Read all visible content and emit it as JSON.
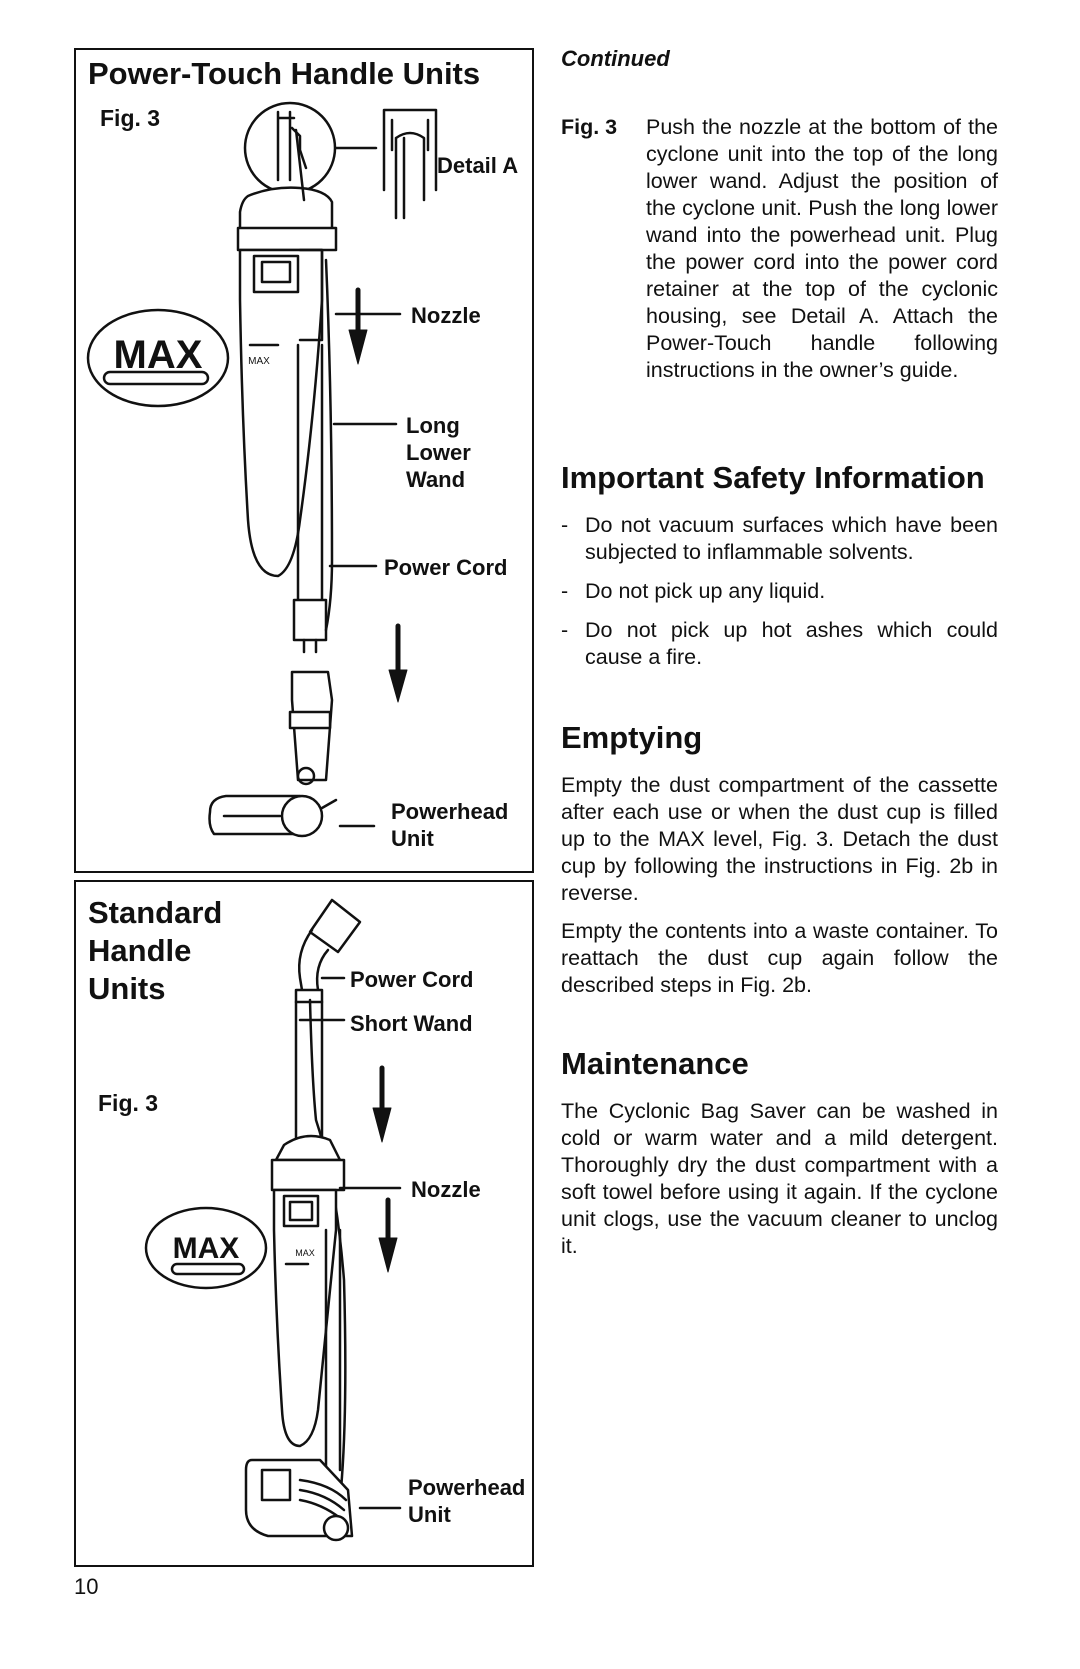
{
  "left": {
    "panel1": {
      "title": "Power-Touch Handle Units",
      "fig": "Fig. 3",
      "max_badge": "MAX",
      "max_mark": "MAX",
      "labels": {
        "detail_a": "Detail A",
        "nozzle": "Nozzle",
        "long_lower_wand": [
          "Long",
          "Lower",
          "Wand"
        ],
        "power_cord": "Power Cord",
        "powerhead_unit": [
          "Powerhead",
          "Unit"
        ]
      }
    },
    "panel2": {
      "title": [
        "Standard",
        "Handle",
        "Units"
      ],
      "fig": "Fig. 3",
      "max_badge": "MAX",
      "max_mark": "MAX",
      "labels": {
        "power_cord": "Power Cord",
        "short_wand": "Short Wand",
        "nozzle": "Nozzle",
        "powerhead_unit": [
          "Powerhead",
          "Unit"
        ]
      }
    },
    "page_number": "10"
  },
  "right": {
    "continued": "Continued",
    "fig3": {
      "tag": "Fig. 3",
      "text": "Push the nozzle at the bottom of the cyclone unit into the top of the long lower wand. Adjust the position of the cyclone unit. Push the long lower wand into the powerhead unit. Plug the power cord into the power cord retainer at the top of the cyclonic housing, see Detail A. Attach the Power-Touch handle following instructions in the owner’s guide."
    },
    "safety": {
      "heading": "Important Safety Information",
      "items": [
        "Do not vacuum surfaces which have been subjected to inflammable solvents.",
        "Do not pick up any liquid.",
        "Do not pick up hot ashes which could cause a fire."
      ]
    },
    "emptying": {
      "heading": "Emptying",
      "paragraphs": [
        "Empty the dust compartment of the cassette after each use or when the dust cup is filled up to the MAX level, Fig. 3. Detach the dust cup by following the instructions in Fig. 2b in reverse.",
        "Empty the contents into a waste container. To reattach the dust cup again follow the described steps in Fig. 2b."
      ]
    },
    "maintenance": {
      "heading": "Maintenance",
      "text": "The Cyclonic Bag Saver can be washed in cold or warm water and a mild detergent. Thoroughly dry the dust compartment with a soft towel before using it again. If the cyclone unit clogs, use the vacuum cleaner to unclog it."
    }
  }
}
